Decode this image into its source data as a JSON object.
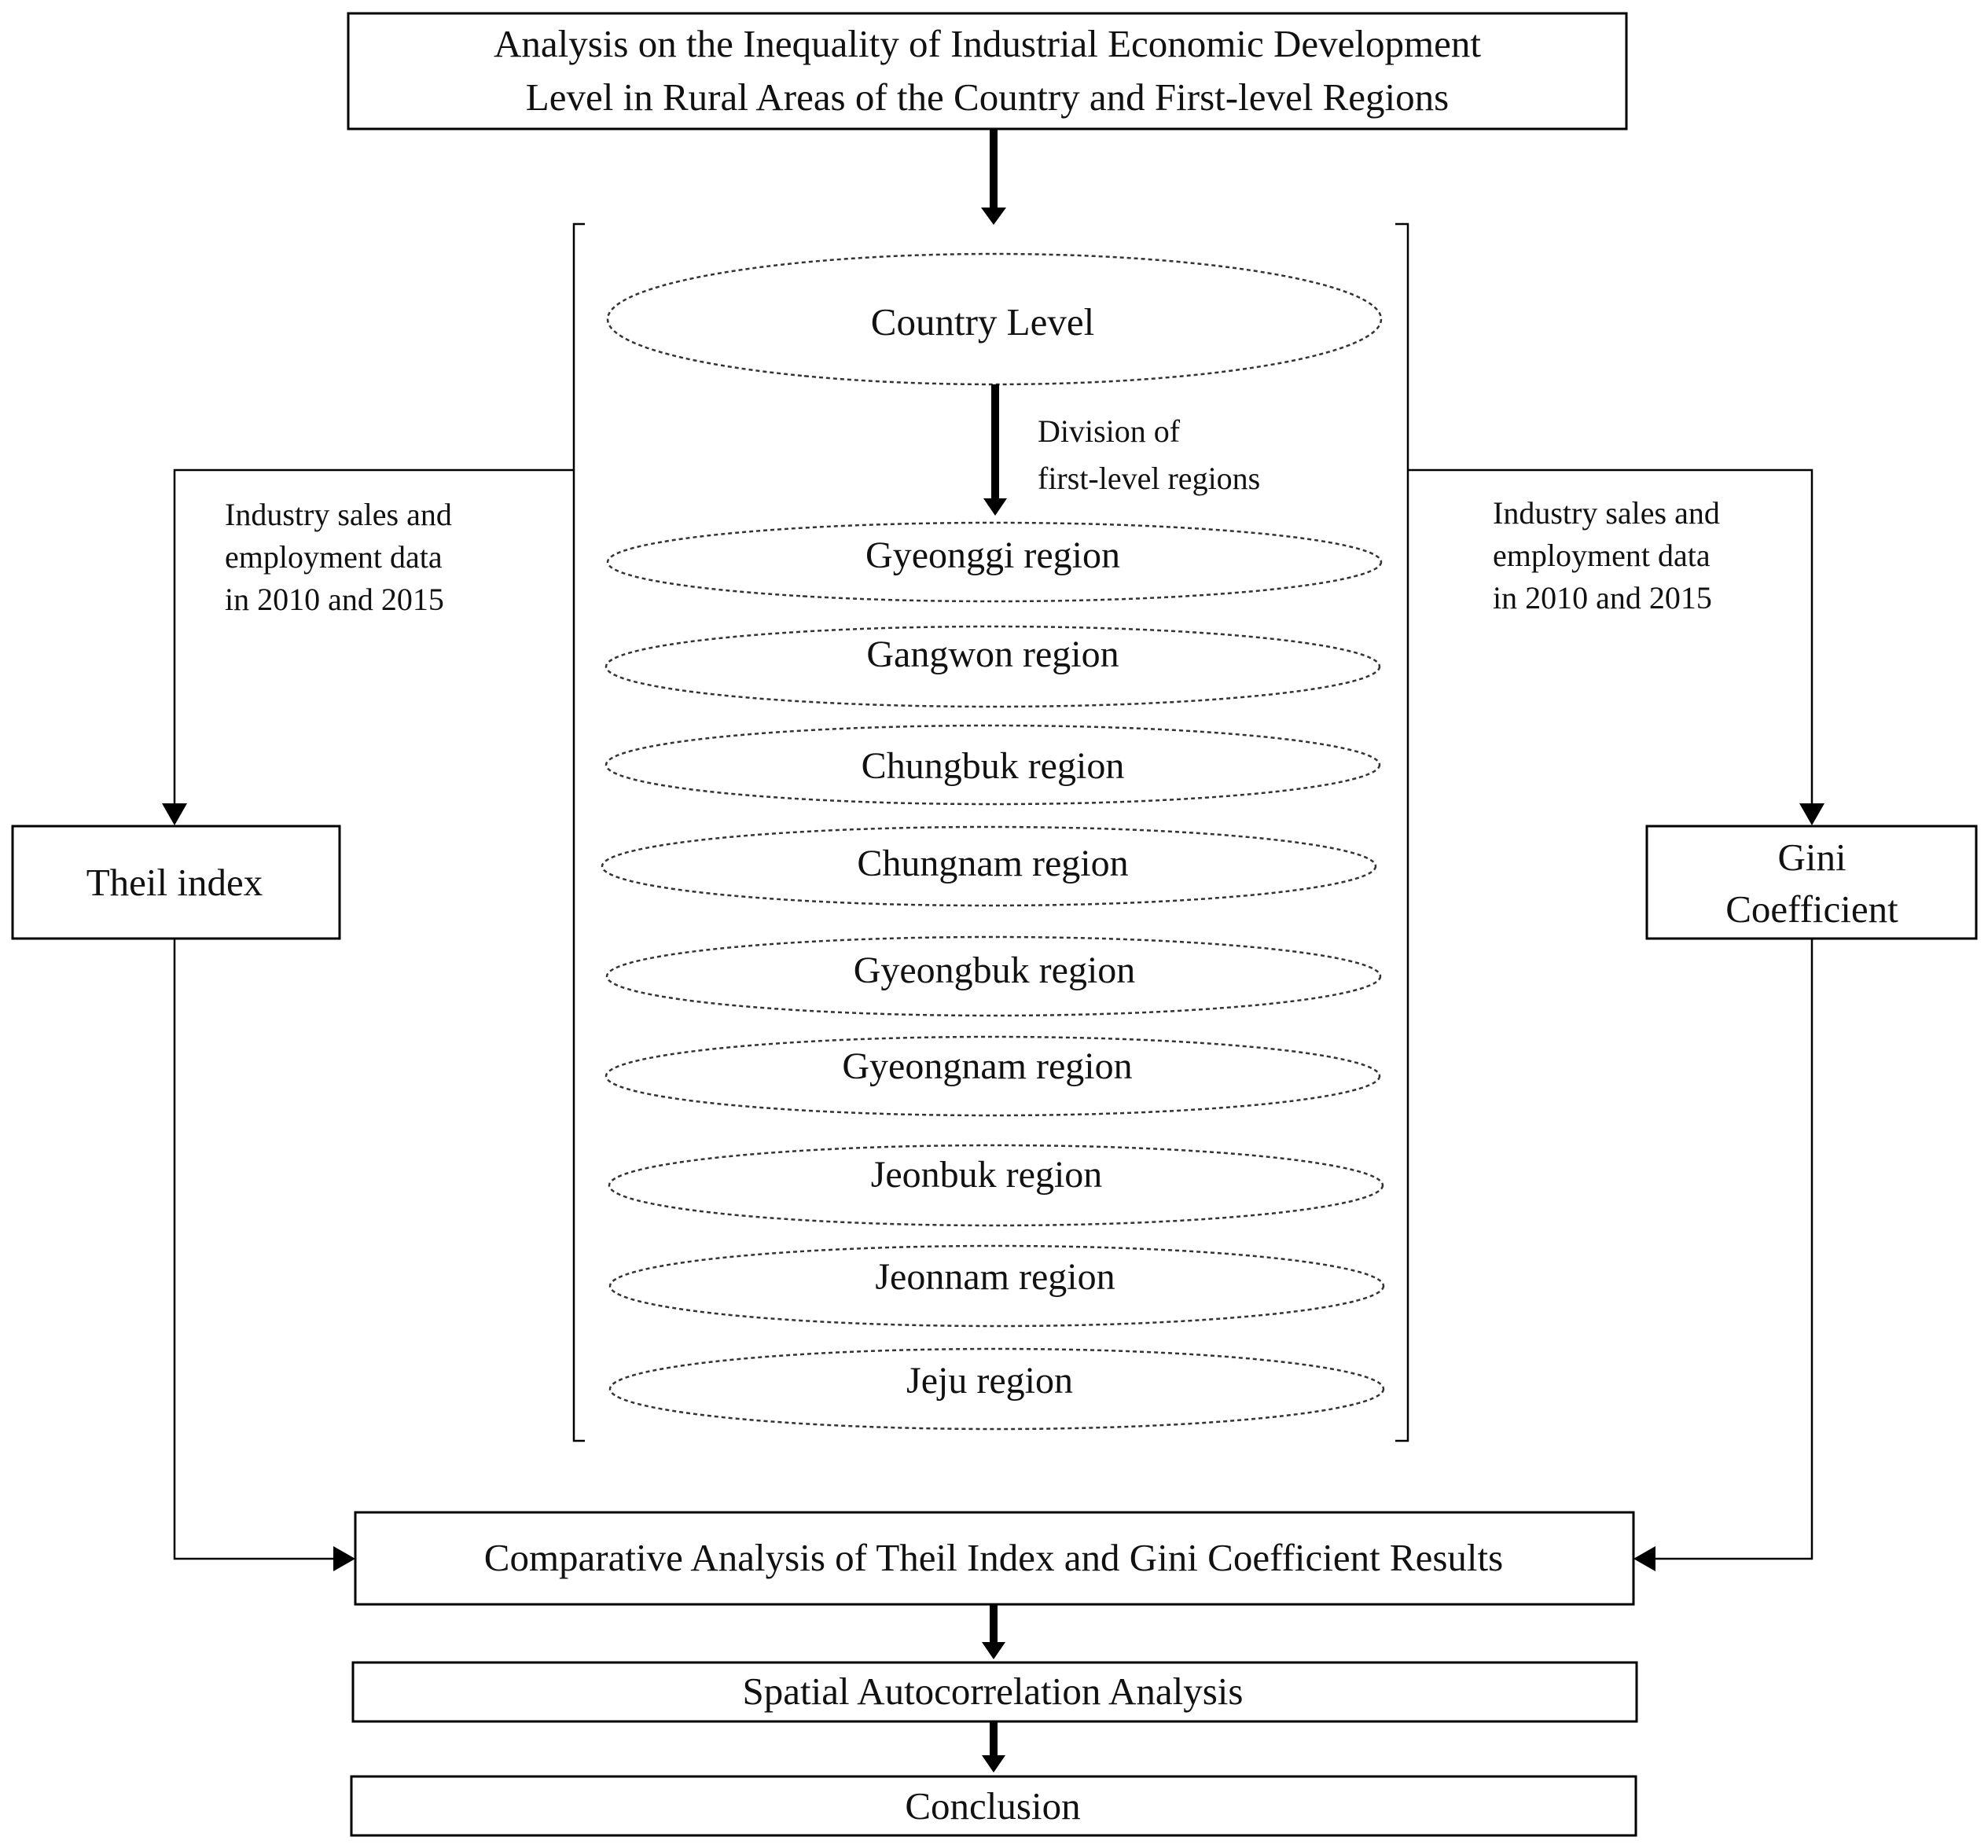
{
  "title": {
    "line1": "Analysis on the Inequality of Industrial Economic Development",
    "line2": "Level in Rural Areas of the Country and First-level Regions"
  },
  "country_level": "Country Level",
  "division_label": {
    "line1": "Division of",
    "line2": "first-level regions"
  },
  "regions": [
    "Gyeonggi region",
    "Gangwon region",
    "Chungbuk region",
    "Chungnam region",
    "Gyeongbuk region",
    "Gyeongnam region",
    "Jeonbuk region",
    "Jeonnam region",
    "Jeju region"
  ],
  "left_data_label": {
    "line1": "Industry sales and",
    "line2": "employment data",
    "line3": "in 2010 and 2015"
  },
  "right_data_label": {
    "line1": "Industry sales and",
    "line2": "employment data",
    "line3": "in 2010 and 2015"
  },
  "theil_box": "Theil index",
  "gini_box": {
    "line1": "Gini",
    "line2": "Coefficient"
  },
  "comparative_box": "Comparative Analysis of Theil Index and Gini Coefficient Results",
  "spatial_box": "Spatial Autocorrelation Analysis",
  "conclusion_box": "Conclusion"
}
